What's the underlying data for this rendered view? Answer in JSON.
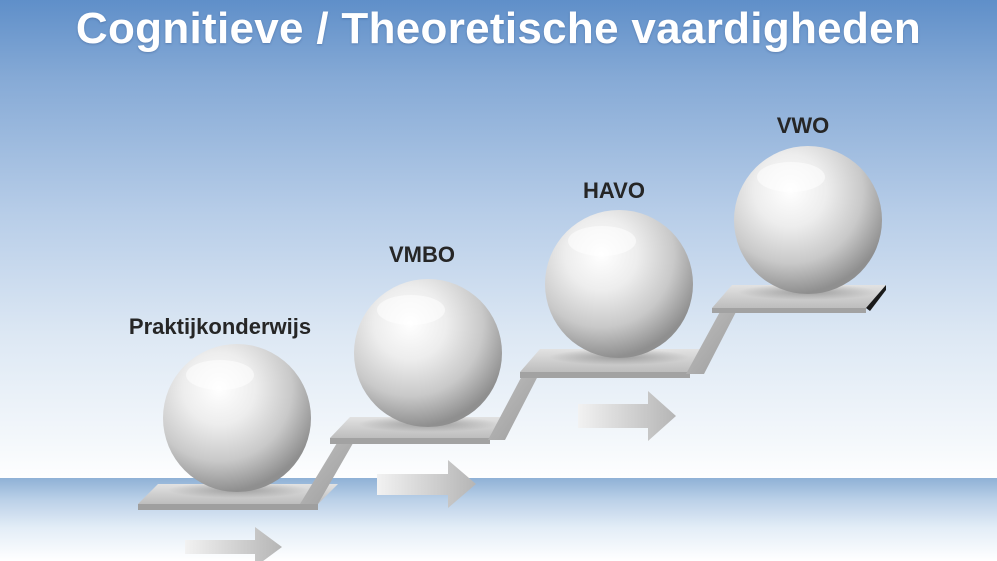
{
  "slide": {
    "title": "Cognitieve / Theoretische vaardigheden"
  },
  "steps": [
    {
      "label": "Praktijkonderwijs"
    },
    {
      "label": "VMBO"
    },
    {
      "label": "HAVO"
    },
    {
      "label": "VWO"
    }
  ],
  "colors": {
    "sky_top": "#5f8fc9",
    "label_text": "#262626",
    "title_text": "#ffffff"
  }
}
